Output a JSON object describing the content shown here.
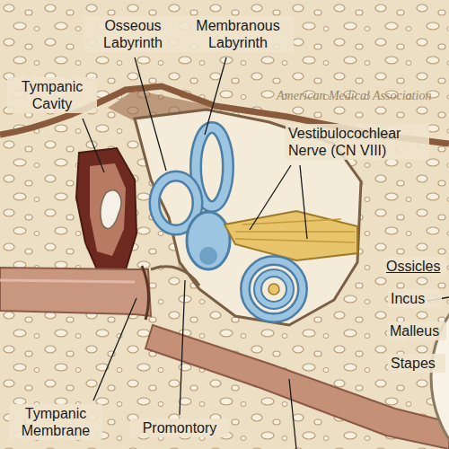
{
  "diagram": {
    "labels": [
      "Osseous Labyrinth",
      "Membranous Labyrinth",
      "Tympanic Cavity",
      "Vestibulocochlear Nerve (CN VIII)",
      "Ossicles",
      "Incus",
      "Malleus",
      "Stapes",
      "Tympanic Membrane",
      "Promontory",
      "American Medical Association"
    ]
  }
}
